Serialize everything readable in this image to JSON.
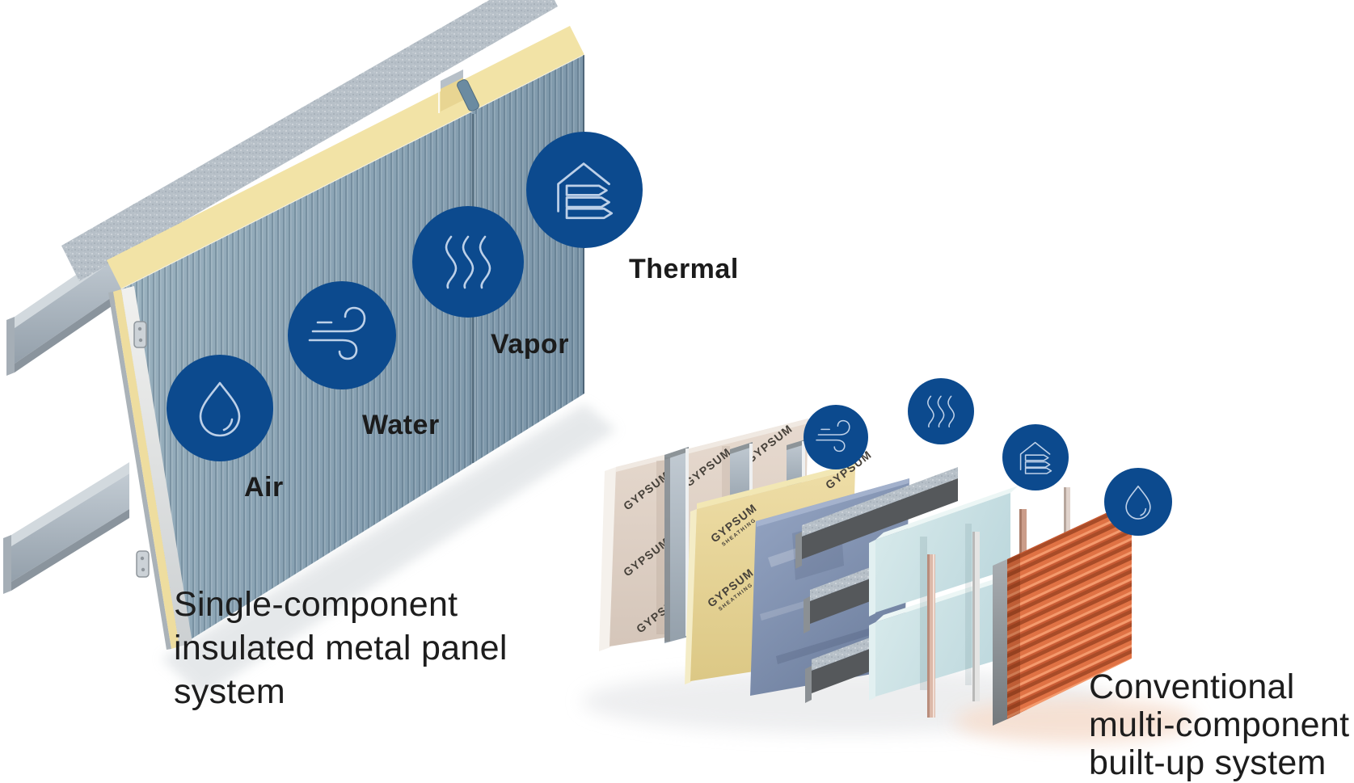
{
  "left_system": {
    "caption": [
      "Single-component",
      "insulated metal panel",
      "system"
    ],
    "barriers": [
      {
        "label": "Air",
        "icon": "droplet-icon"
      },
      {
        "label": "Water",
        "icon": "wind-icon"
      },
      {
        "label": "Vapor",
        "icon": "vapor-waves-icon"
      },
      {
        "label": "Thermal",
        "icon": "thermal-house-icon"
      }
    ]
  },
  "right_system": {
    "caption": [
      "Conventional",
      "multi-component",
      "built-up system"
    ],
    "icons": [
      "wind-icon",
      "vapor-waves-icon",
      "thermal-house-icon",
      "droplet-icon"
    ],
    "board_text": {
      "gypsum": "GYPSUM",
      "sheathing": "SHEATHING"
    }
  },
  "colors": {
    "badge_blue": "#0c4a8e",
    "icon_stroke": "#bdd0e8",
    "panel_face_blue": "#8aa3b4",
    "foam_yellow": "#f2e3a6",
    "galvanized_gray": "#b7c0c8",
    "gypsum_cream": "#e2d4ca",
    "sheathing_yellow": "#e9d79b",
    "membrane_blue": "#8a9bba",
    "insulation_lightblue": "#d3e8ea",
    "cladding_orange": "#d96a3e",
    "label_text": "#1b1b1b"
  }
}
